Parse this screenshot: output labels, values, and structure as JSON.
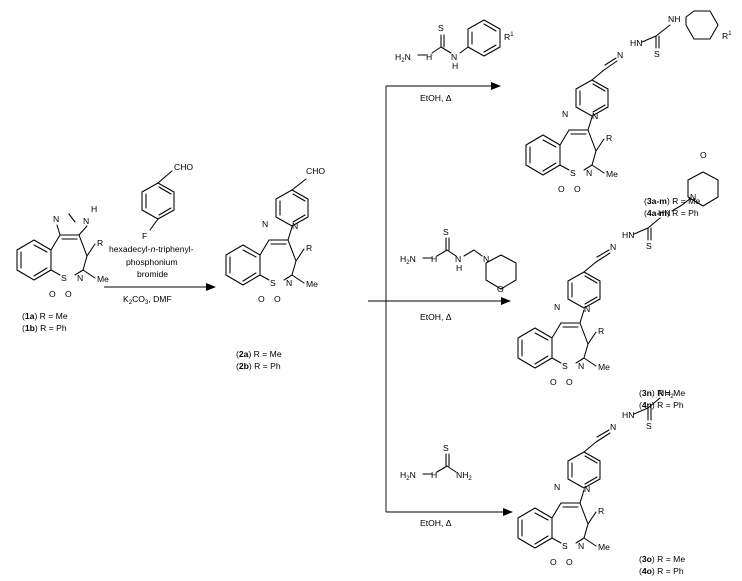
{
  "atoms": {
    "N": "N",
    "H": "H",
    "R": "R",
    "S": "S",
    "O": "O",
    "Me": "Me",
    "CHO": "CHO",
    "F": "F",
    "NH": "NH",
    "HN": "HN",
    "H2N": "H",
    "NH2": "NH",
    "sub2": "2",
    "R1": "R",
    "sup1": "1"
  },
  "reaction1": {
    "catalyst_line1": "hexadecyl-",
    "catalyst_n": "n",
    "catalyst_line1b": "-triphenyl-",
    "catalyst_line2": "phosphonium",
    "catalyst_line3": "bromide",
    "base_a": "K",
    "base_sub2": "2",
    "base_b": "CO",
    "base_sub3": "3",
    "base_c": ", DMF"
  },
  "conditions": "EtOH, Δ",
  "compounds": {
    "c1": {
      "paren_open": "(",
      "a": "1a",
      "a_rest": ") R = Me",
      "b": "1b",
      "b_rest": ") R = Ph"
    },
    "c2": {
      "a": "2a",
      "a_rest": ") R = Me",
      "b": "2b",
      "b_rest": ") R = Ph"
    },
    "c3": {
      "a": "3a-m",
      "a_rest": ") R = Me",
      "b": "4a-m",
      "b_rest": ") R = Ph"
    },
    "c4": {
      "a": "3n",
      "a_rest": ") R = Me",
      "b": "4n",
      "b_rest": ") R = Ph"
    },
    "c5": {
      "a": "3o",
      "a_rest": ") R = Me",
      "b": "4o",
      "b_rest": ") R = Ph"
    }
  }
}
